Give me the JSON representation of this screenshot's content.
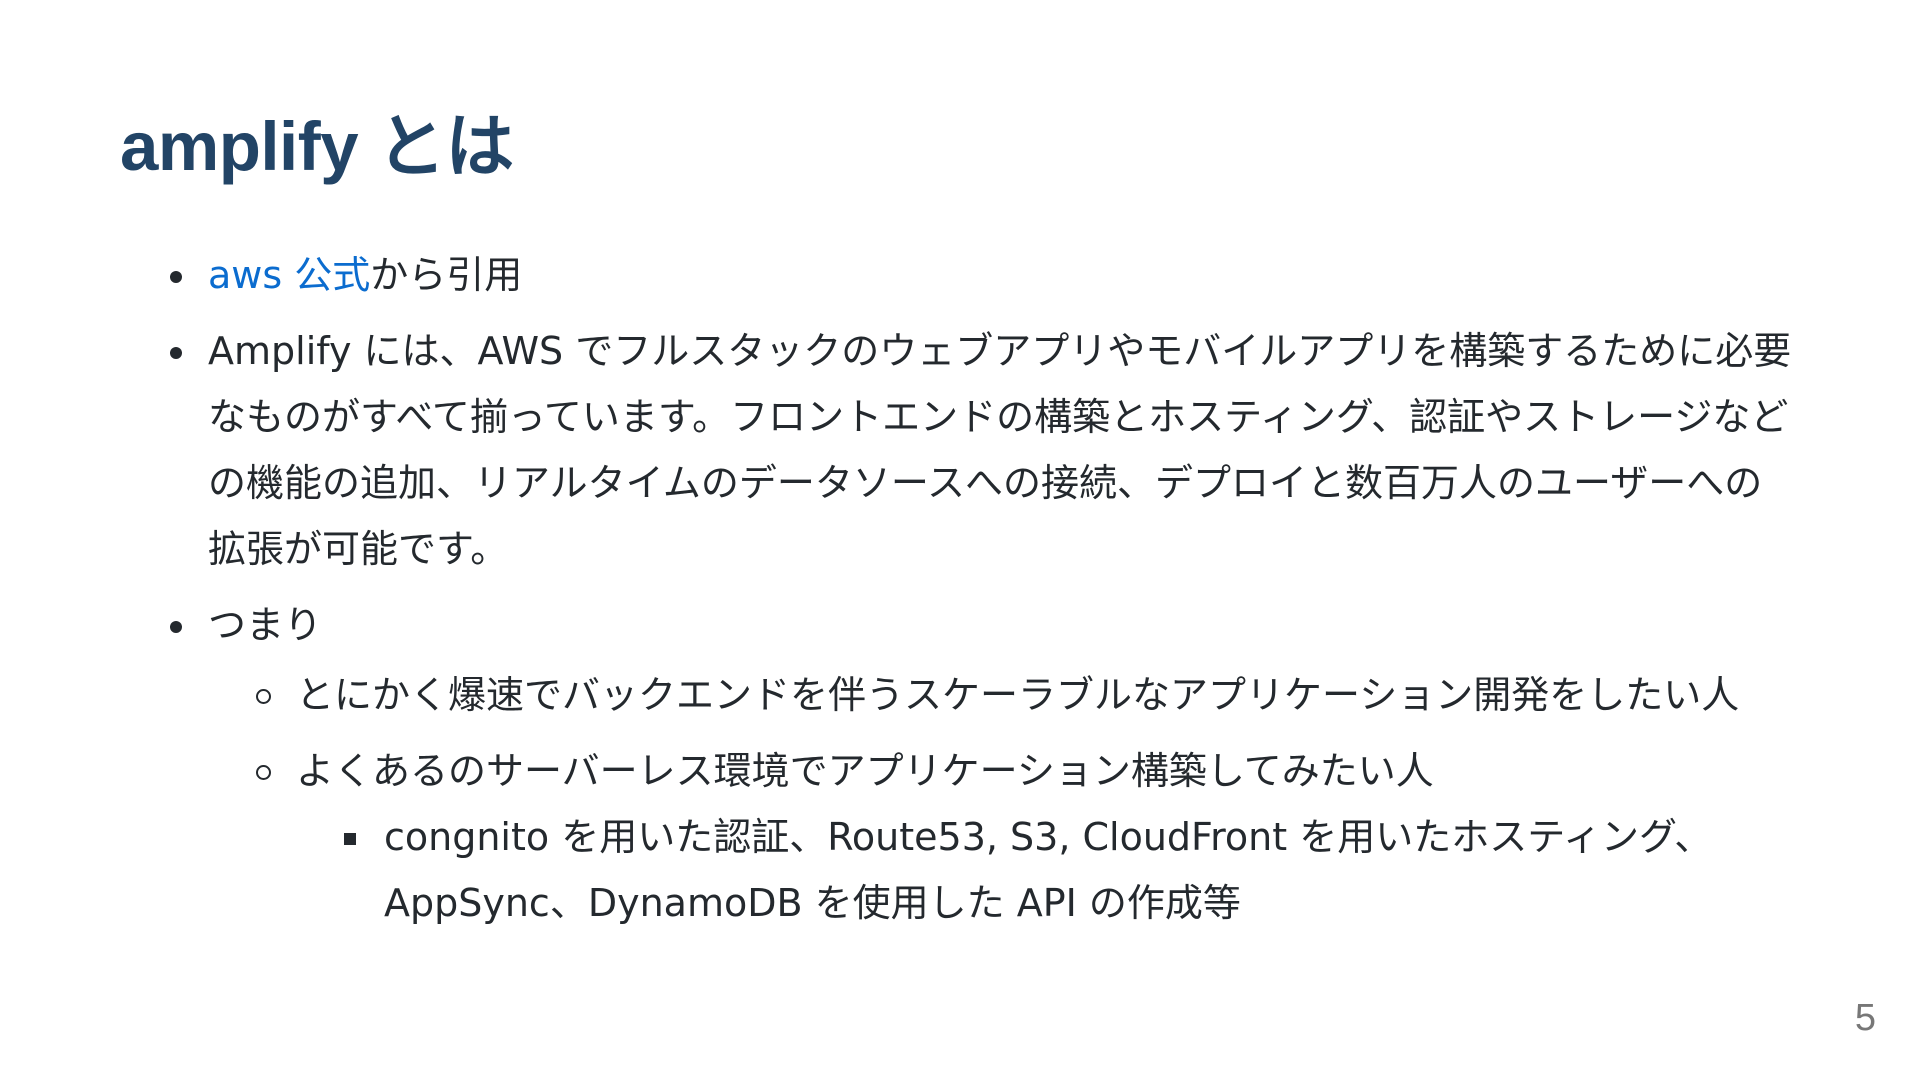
{
  "slide": {
    "title": "amplify とは",
    "page_number": "5"
  },
  "bullets": {
    "item1": {
      "link_text": "aws 公式",
      "text": "から引用"
    },
    "item2": {
      "text": "Amplify には、AWS でフルスタックのウェブアプリやモバイルアプリを構築するために必要なものがすべて揃っています。フロントエンドの構築とホスティング、認証やストレージなどの機能の追加、リアルタイムのデータソースへの接続、デプロイと数百万人のユーザーへの拡張が可能です。"
    },
    "item3": {
      "text": "つまり",
      "sub": [
        {
          "text": "とにかく爆速でバックエンドを伴うスケーラブルなアプリケーション開発をしたい人"
        },
        {
          "text": "よくあるのサーバーレス環境でアプリケーション構築してみたい人",
          "sub": [
            {
              "text": "congnito を用いた認証、Route53, S3, CloudFront を用いたホスティング、AppSync、DynamoDB を使用した API の作成等"
            }
          ]
        }
      ]
    }
  },
  "colors": {
    "title": "#224466",
    "link": "#0b6ccf",
    "text": "#24292e",
    "page_number": "#777777"
  }
}
